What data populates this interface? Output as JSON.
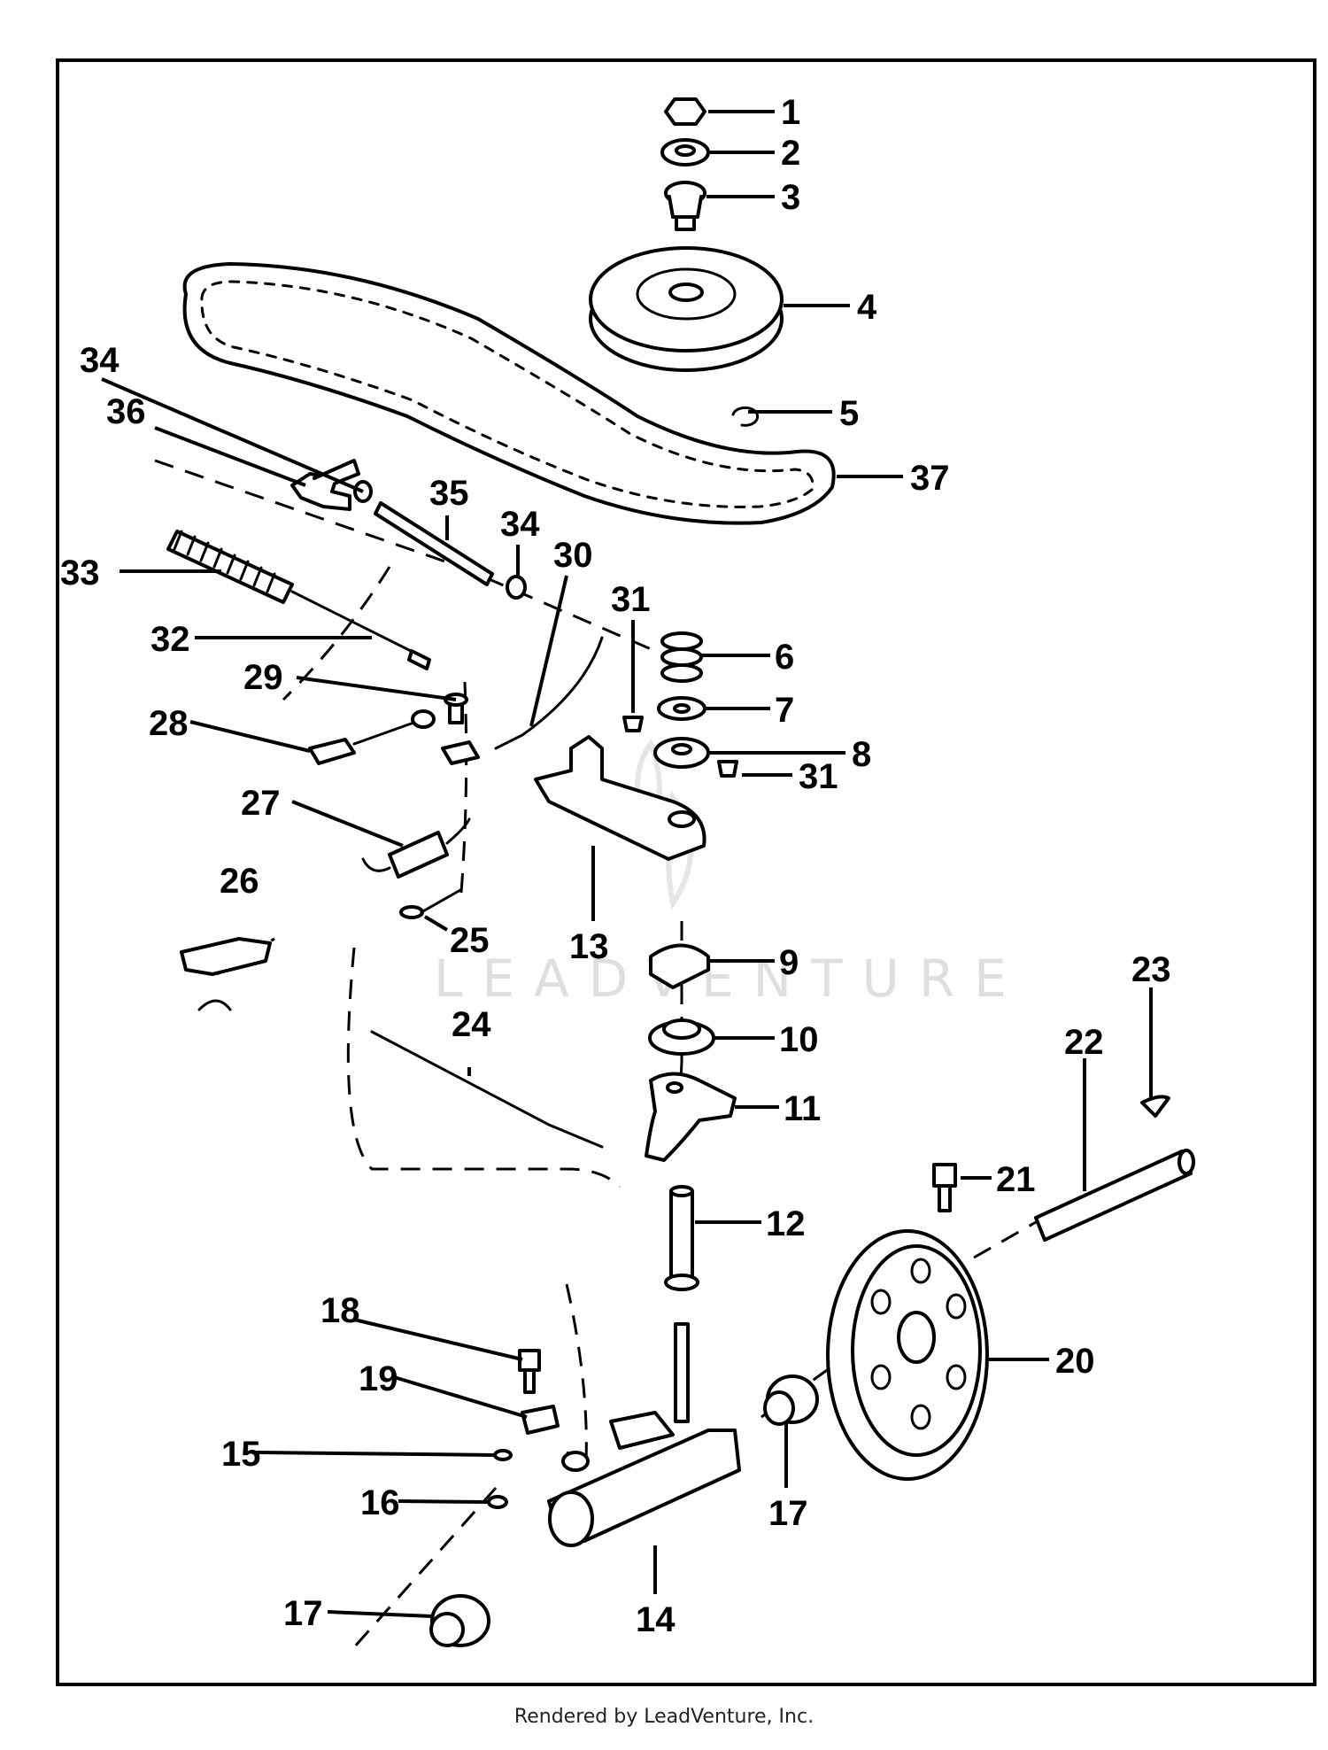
{
  "watermark": "LEADVENTURE",
  "footer": "Rendered by LeadVenture, Inc.",
  "callouts": [
    "1",
    "2",
    "3",
    "4",
    "5",
    "6",
    "7",
    "8",
    "9",
    "10",
    "11",
    "12",
    "13",
    "14",
    "15",
    "16",
    "17",
    "18",
    "19",
    "20",
    "21",
    "22",
    "23",
    "24",
    "25",
    "26",
    "27",
    "28",
    "29",
    "30",
    "31",
    "32",
    "33",
    "34",
    "35",
    "36",
    "37"
  ],
  "callouts_repeat": {
    "31b": "31",
    "34b": "34",
    "17b": "17"
  }
}
